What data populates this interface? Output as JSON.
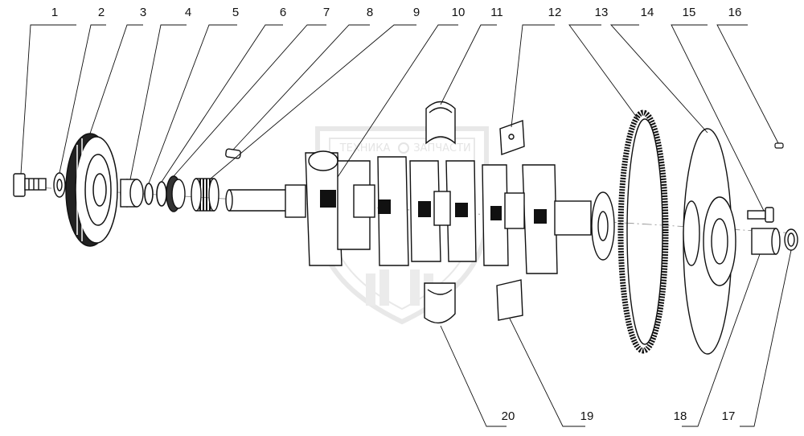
{
  "diagram": {
    "callouts_top": [
      "1",
      "2",
      "3",
      "4",
      "5",
      "6",
      "7",
      "8",
      "9",
      "10",
      "11",
      "12",
      "13",
      "14",
      "15",
      "16"
    ],
    "callouts_bottom": [
      "20",
      "19",
      "18",
      "17"
    ],
    "watermark": {
      "left_word": "ТЕХНИКА",
      "right_word": "ЗАПЧАСТИ"
    },
    "colors": {
      "line": "#111111",
      "watermark": "#d6d6d6"
    }
  }
}
